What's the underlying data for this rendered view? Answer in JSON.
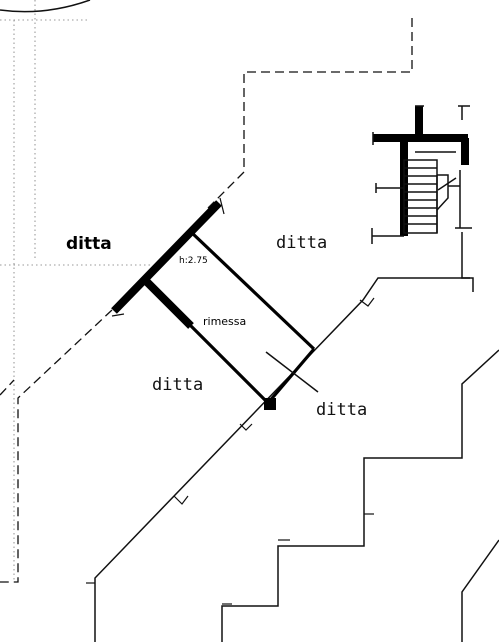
{
  "labels": {
    "ditta_bold": "ditta",
    "ditta_top_right": "ditta",
    "ditta_left": "ditta",
    "ditta_right": "ditta",
    "height": "h:2.75",
    "room_name": "rimessa"
  }
}
